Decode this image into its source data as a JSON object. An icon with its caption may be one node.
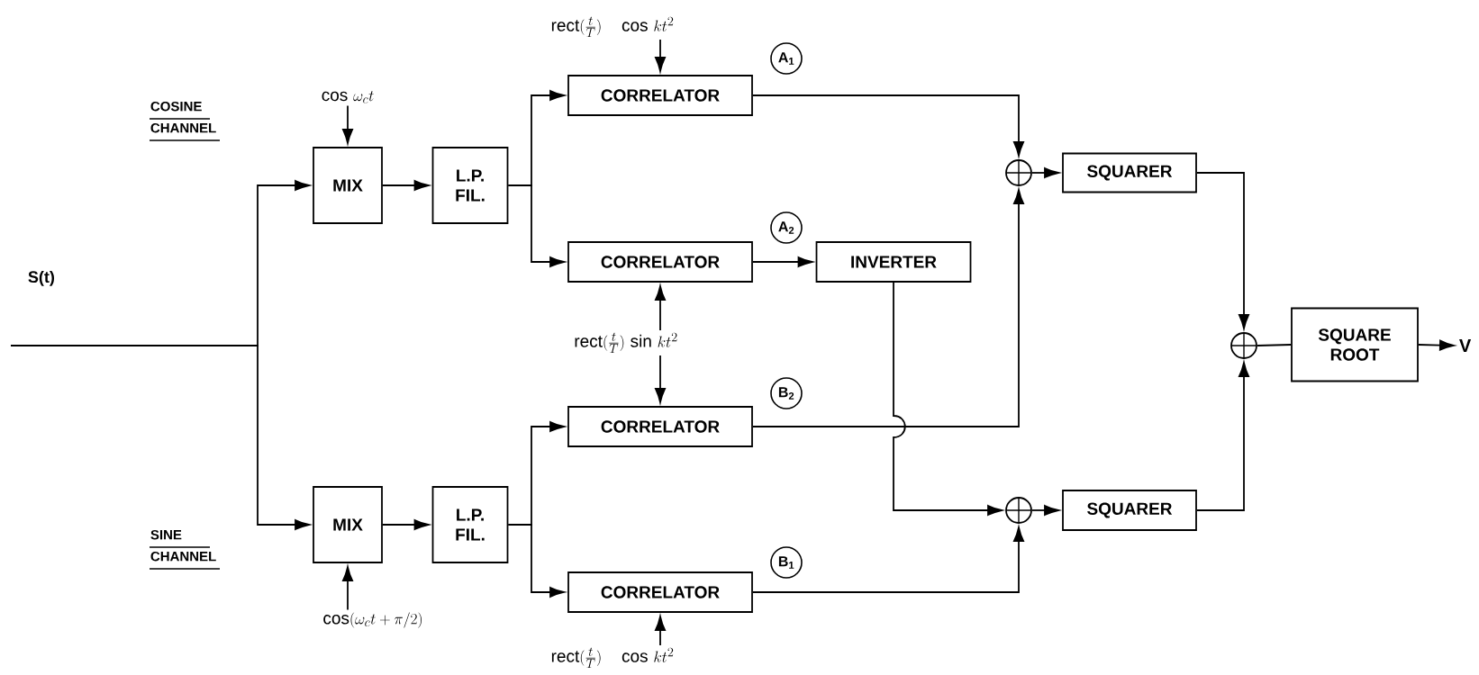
{
  "diagram": {
    "nodes": [
      {
        "text": [
          "MIX"
        ]
      },
      {
        "text": [
          "L.P. FIL."
        ]
      },
      {
        "text": [
          "CORRELATOR"
        ]
      },
      {
        "text": [
          "CORRELATOR"
        ]
      },
      {
        "text": [
          "INVERTER"
        ]
      },
      {
        "text": [
          "CORRELATOR"
        ]
      },
      {
        "text": [
          "MIX"
        ]
      },
      {
        "text": [
          "L.P. FIL."
        ]
      },
      {
        "text": [
          "CORRELATOR"
        ]
      },
      {
        "text": [],
        "shape": "circle"
      },
      {
        "text": [
          "SQUARER"
        ]
      },
      {
        "text": [],
        "shape": "circle"
      },
      {
        "text": [
          "SQUARER"
        ]
      },
      {
        "text": [],
        "shape": "circle"
      },
      {
        "text": [
          "SQUARE ROOT"
        ]
      },
      {
        "text": [
          "V"
        ]
      },
      {
        "text": [
          "A$_{1}$"
        ]
      },
      {
        "text": [
          "A$_{2}$"
        ]
      },
      {
        "text": [
          "B$_{2}$"
        ]
      },
      {
        "text": [
          "B$_{1}$"
        ]
      },
      {
        "text": [
          "\\cos\\,\\omega_{c}t"
        ]
      },
      {
        "text": [
          "\\mathrm{rect}(\\tfrac{t}{T})\\quad\\cos\\,kt^{2}"
        ]
      },
      {
        "text": [
          "\\mathrm{rect}(\\tfrac{t}{T})\\,\\sin\\,kt^{2}"
        ]
      },
      {
        "text": [
          "\\cos(\\omega_{c}t+\\pi/2)"
        ]
      },
      {
        "text": [
          "\\mathrm{rect}(\\tfrac{t}{T})\\quad\\cos\\,kt^{2}"
        ]
      }
    ],
    "edges": [
      {
        "from": null,
        "to": 0,
        "arrow": "to"
      },
      {
        "from": null,
        "to": 6,
        "arrow": "to"
      },
      {
        "from": 20,
        "to": 0,
        "arrow": "to"
      },
      {
        "from": 0,
        "to": 1,
        "arrow": "to"
      },
      {
        "from": 1,
        "to": 2,
        "arrow": "to"
      },
      {
        "from": 1,
        "to": 3,
        "arrow": "to"
      },
      {
        "from": 2,
        "to": 9,
        "arrow": "to"
      },
      {
        "from": 3,
        "to": 4,
        "arrow": "to"
      },
      {
        "from": 4,
        "to": 11,
        "arrow": "to"
      },
      {
        "from": 5,
        "to": 9,
        "arrow": "to"
      },
      {
        "from": 8,
        "to": 11,
        "arrow": "to"
      },
      {
        "from": 9,
        "to": 10,
        "arrow": "to"
      },
      {
        "from": 11,
        "to": 12,
        "arrow": "to"
      },
      {
        "from": 10,
        "to": 13,
        "arrow": "to"
      },
      {
        "from": 12,
        "to": 13,
        "arrow": "to"
      },
      {
        "from": 13,
        "to": 14,
        "arrow": "none"
      },
      {
        "from": 14,
        "to": 15,
        "arrow": "to"
      },
      {
        "from": 21,
        "to": 2,
        "arrow": "to"
      },
      {
        "from": 22,
        "to": 3,
        "arrow": "to"
      },
      {
        "from": 22,
        "to": 5,
        "arrow": "to"
      },
      {
        "from": 23,
        "to": 6,
        "arrow": "to"
      },
      {
        "from": 24,
        "to": 8,
        "arrow": "to"
      },
      {
        "from": 6,
        "to": 7,
        "arrow": "to"
      },
      {
        "from": 7,
        "to": 5,
        "arrow": "to"
      },
      {
        "from": 7,
        "to": 8,
        "arrow": "to"
      }
    ],
    "labels": [
      "COSINE CHANNEL",
      "S(t)",
      "SINE CHANNEL"
    ]
  }
}
